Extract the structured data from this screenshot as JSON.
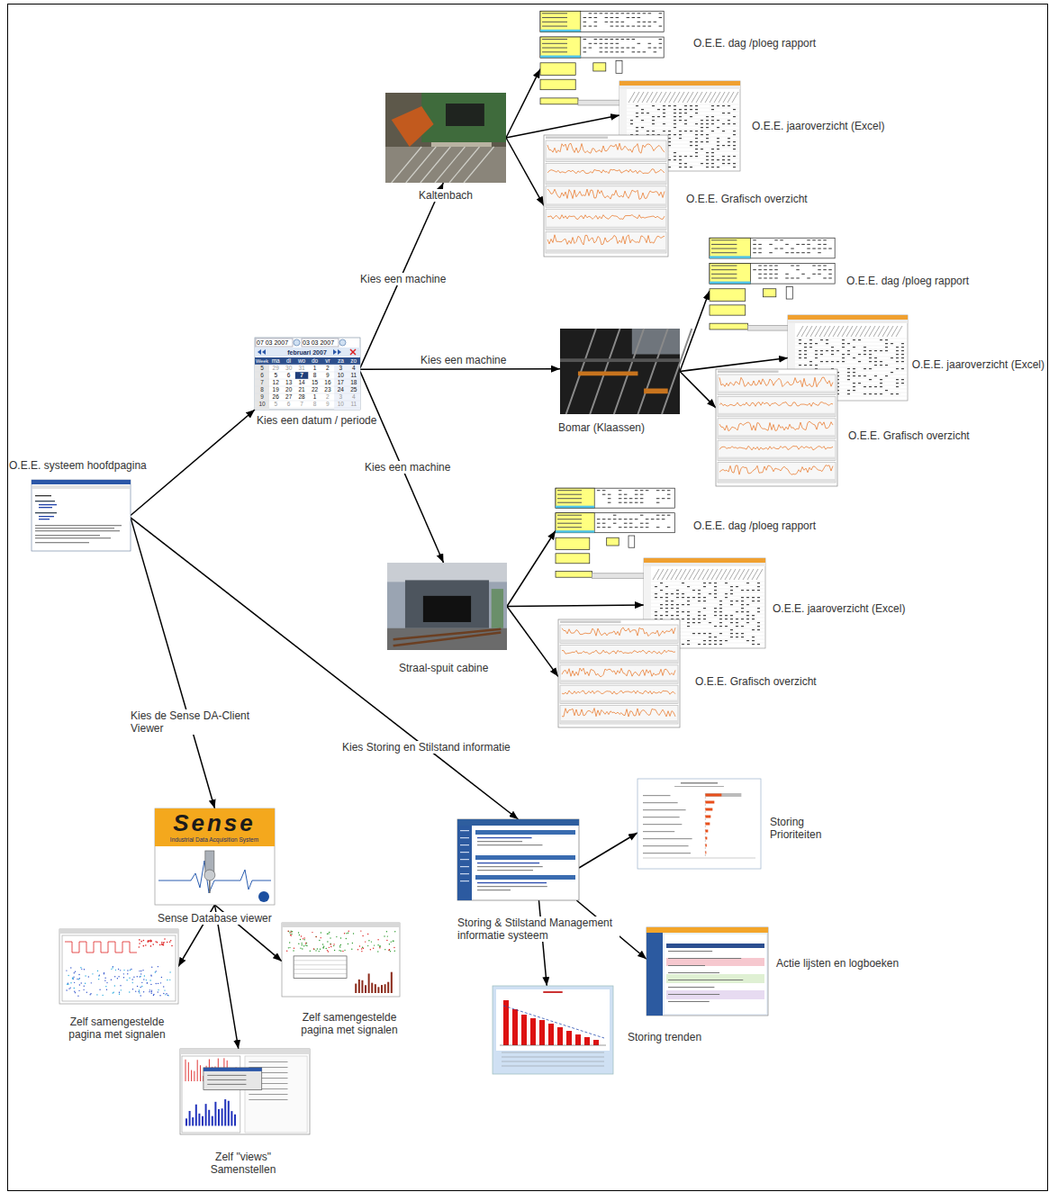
{
  "diagram": {
    "nodes": [
      {
        "text": [
          "O.E.E. systeem hoofdpagina"
        ]
      },
      {
        "text": [
          "Kies een datum / periode"
        ]
      },
      {
        "text": [
          "Kaltenbach"
        ]
      },
      {
        "text": [
          "O.E.E. dag /ploeg rapport"
        ]
      },
      {
        "text": [
          "O.E.E. jaaroverzicht (Excel)"
        ]
      },
      {
        "text": [
          "O.E.E. Grafisch overzicht"
        ]
      },
      {
        "text": [
          "Bomar (Klaassen)"
        ]
      },
      {
        "text": [
          "O.E.E. dag /ploeg rapport"
        ]
      },
      {
        "text": [
          "O.E.E. jaaroverzicht (Excel)"
        ]
      },
      {
        "text": [
          "O.E.E. Grafisch overzicht"
        ]
      },
      {
        "text": [
          "Straal-spuit cabine"
        ]
      },
      {
        "text": [
          "O.E.E. dag /ploeg rapport"
        ]
      },
      {
        "text": [
          "O.E.E. jaaroverzicht (Excel)"
        ]
      },
      {
        "text": [
          "O.E.E. Grafisch overzicht"
        ]
      },
      {
        "text": [
          "Sense Database viewer"
        ]
      },
      {
        "text": [
          "Zelf samengestelde pagina met signalen"
        ]
      },
      {
        "text": [
          "Zelf samengestelde pagina met signalen"
        ]
      },
      {
        "text": [
          "Zelf \"views\" Samenstellen"
        ]
      },
      {
        "text": [
          "Storing & Stilstand Management informatie systeem"
        ]
      },
      {
        "text": [
          "Storing Prioriteiten"
        ]
      },
      {
        "text": [
          "Actie lijsten en logboeken"
        ]
      },
      {
        "text": [
          "Storing trenden"
        ]
      }
    ],
    "edges": [
      {
        "from": 0,
        "to": 1,
        "arrow": "to"
      },
      {
        "from": 1,
        "to": 2,
        "label": "Kies een machine",
        "arrow": "to"
      },
      {
        "from": 1,
        "to": 6,
        "label": "Kies een machine",
        "arrow": "to"
      },
      {
        "from": 1,
        "to": 10,
        "label": "Kies een machine",
        "arrow": "to"
      },
      {
        "from": 2,
        "to": 3,
        "arrow": "to"
      },
      {
        "from": 2,
        "to": 4,
        "arrow": "to"
      },
      {
        "from": 2,
        "to": 5,
        "arrow": "to"
      },
      {
        "from": 6,
        "to": 7,
        "arrow": "to"
      },
      {
        "from": 6,
        "to": 8,
        "arrow": "to"
      },
      {
        "from": 6,
        "to": 9,
        "arrow": "to"
      },
      {
        "from": 10,
        "to": 11,
        "arrow": "to"
      },
      {
        "from": 10,
        "to": 12,
        "arrow": "to"
      },
      {
        "from": 10,
        "to": 13,
        "arrow": "to"
      },
      {
        "from": 0,
        "to": 14,
        "label": "Kies de Sense DA-Client Viewer",
        "arrow": "to"
      },
      {
        "from": 0,
        "to": 18,
        "label": "Kies Storing en Stilstand informatie",
        "arrow": "to"
      },
      {
        "from": 14,
        "to": 15,
        "arrow": "to"
      },
      {
        "from": 14,
        "to": 16,
        "arrow": "to"
      },
      {
        "from": 14,
        "to": 17,
        "arrow": "to"
      },
      {
        "from": 18,
        "to": 19,
        "arrow": "to"
      },
      {
        "from": 18,
        "to": 20,
        "arrow": "to"
      },
      {
        "from": 18,
        "to": 21,
        "arrow": "to"
      }
    ],
    "labels": [
      "07 03 2007",
      "03 03 2007",
      "februari 2007",
      "Week",
      "ma",
      "di",
      "wo",
      "do",
      "vr",
      "za",
      "zo",
      "5",
      "29",
      "30",
      "31",
      "1",
      "2",
      "3",
      "4",
      "6",
      "5",
      "6",
      "7",
      "8",
      "9",
      "10",
      "11",
      "7",
      "12",
      "13",
      "14",
      "15",
      "16",
      "17",
      "18",
      "8",
      "19",
      "20",
      "21",
      "22",
      "23",
      "24",
      "25",
      "9",
      "26",
      "27",
      "28",
      "1",
      "2",
      "3",
      "4",
      "10",
      "5",
      "6",
      "7",
      "8",
      "9",
      "10",
      "11",
      "Sense",
      "Industrial Data Acquisition System"
    ]
  }
}
